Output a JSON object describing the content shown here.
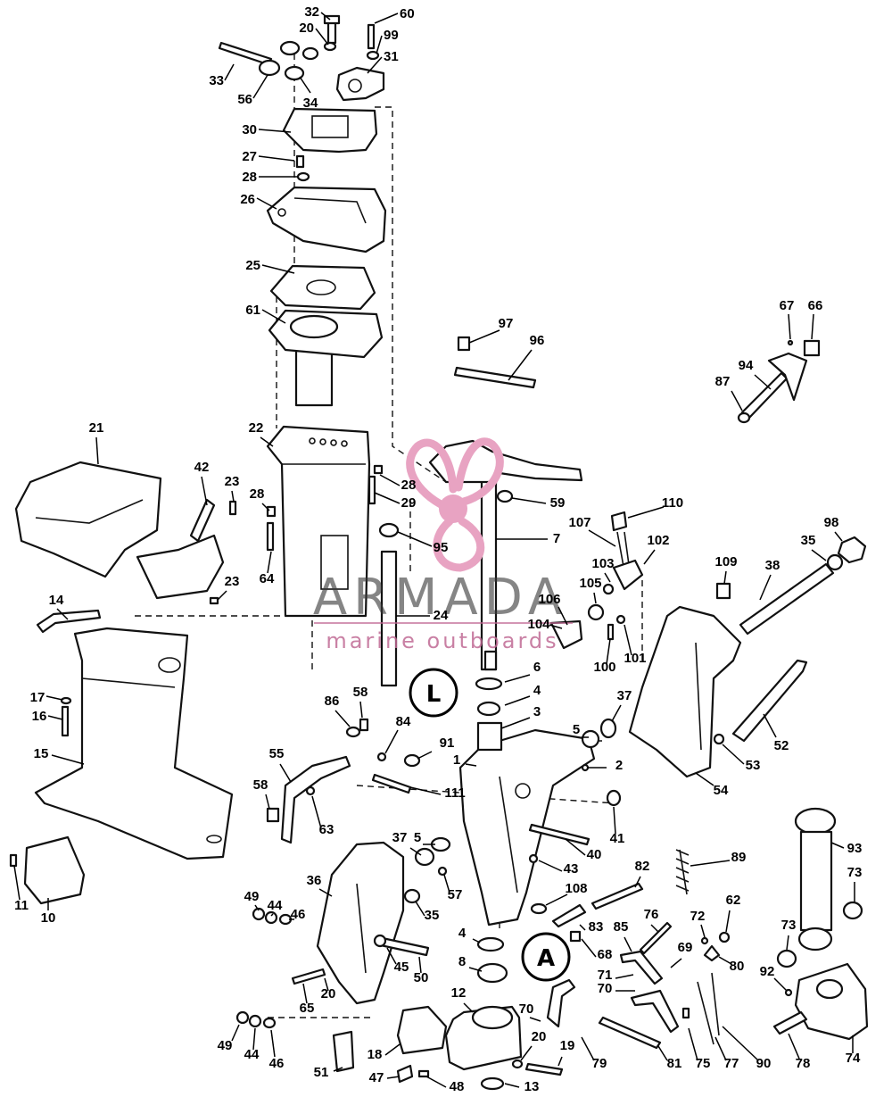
{
  "watermark": {
    "brand": "ARMADA",
    "tagline": "marine outboards",
    "logo_color": "#e8a3c2"
  },
  "badges": [
    {
      "id": "badge-upper",
      "symbol": "L"
    },
    {
      "id": "badge-lower",
      "symbol": "A"
    }
  ],
  "callouts": [
    {
      "n": "32"
    },
    {
      "n": "60"
    },
    {
      "n": "20"
    },
    {
      "n": "99"
    },
    {
      "n": "31"
    },
    {
      "n": "33"
    },
    {
      "n": "56"
    },
    {
      "n": "34"
    },
    {
      "n": "30"
    },
    {
      "n": "27"
    },
    {
      "n": "28"
    },
    {
      "n": "26"
    },
    {
      "n": "25"
    },
    {
      "n": "61"
    },
    {
      "n": "97"
    },
    {
      "n": "96"
    },
    {
      "n": "67"
    },
    {
      "n": "66"
    },
    {
      "n": "94"
    },
    {
      "n": "87"
    },
    {
      "n": "21"
    },
    {
      "n": "22"
    },
    {
      "n": "42"
    },
    {
      "n": "23"
    },
    {
      "n": "28"
    },
    {
      "n": "28"
    },
    {
      "n": "29"
    },
    {
      "n": "59"
    },
    {
      "n": "110"
    },
    {
      "n": "107"
    },
    {
      "n": "98"
    },
    {
      "n": "35"
    },
    {
      "n": "95"
    },
    {
      "n": "7"
    },
    {
      "n": "102"
    },
    {
      "n": "109"
    },
    {
      "n": "38"
    },
    {
      "n": "64"
    },
    {
      "n": "23"
    },
    {
      "n": "103"
    },
    {
      "n": "105"
    },
    {
      "n": "14"
    },
    {
      "n": "24"
    },
    {
      "n": "106"
    },
    {
      "n": "104"
    },
    {
      "n": "100"
    },
    {
      "n": "101"
    },
    {
      "n": "6"
    },
    {
      "n": "17"
    },
    {
      "n": "86"
    },
    {
      "n": "58"
    },
    {
      "n": "4"
    },
    {
      "n": "37"
    },
    {
      "n": "16"
    },
    {
      "n": "84"
    },
    {
      "n": "3"
    },
    {
      "n": "5"
    },
    {
      "n": "52"
    },
    {
      "n": "15"
    },
    {
      "n": "91"
    },
    {
      "n": "1"
    },
    {
      "n": "2"
    },
    {
      "n": "53"
    },
    {
      "n": "55"
    },
    {
      "n": "111"
    },
    {
      "n": "54"
    },
    {
      "n": "58"
    },
    {
      "n": "63"
    },
    {
      "n": "41"
    },
    {
      "n": "5"
    },
    {
      "n": "37"
    },
    {
      "n": "40"
    },
    {
      "n": "93"
    },
    {
      "n": "43"
    },
    {
      "n": "89"
    },
    {
      "n": "36"
    },
    {
      "n": "82"
    },
    {
      "n": "73"
    },
    {
      "n": "57"
    },
    {
      "n": "108"
    },
    {
      "n": "11"
    },
    {
      "n": "10"
    },
    {
      "n": "49"
    },
    {
      "n": "44"
    },
    {
      "n": "46"
    },
    {
      "n": "35"
    },
    {
      "n": "76"
    },
    {
      "n": "72"
    },
    {
      "n": "62"
    },
    {
      "n": "83"
    },
    {
      "n": "85"
    },
    {
      "n": "4"
    },
    {
      "n": "68"
    },
    {
      "n": "69"
    },
    {
      "n": "80"
    },
    {
      "n": "73"
    },
    {
      "n": "45"
    },
    {
      "n": "50"
    },
    {
      "n": "8"
    },
    {
      "n": "71"
    },
    {
      "n": "70"
    },
    {
      "n": "92"
    },
    {
      "n": "65"
    },
    {
      "n": "20"
    },
    {
      "n": "12"
    },
    {
      "n": "70"
    },
    {
      "n": "49"
    },
    {
      "n": "44"
    },
    {
      "n": "46"
    },
    {
      "n": "18"
    },
    {
      "n": "20"
    },
    {
      "n": "19"
    },
    {
      "n": "79"
    },
    {
      "n": "81"
    },
    {
      "n": "75"
    },
    {
      "n": "77"
    },
    {
      "n": "90"
    },
    {
      "n": "78"
    },
    {
      "n": "74"
    },
    {
      "n": "51"
    },
    {
      "n": "47"
    },
    {
      "n": "48"
    },
    {
      "n": "13"
    }
  ]
}
